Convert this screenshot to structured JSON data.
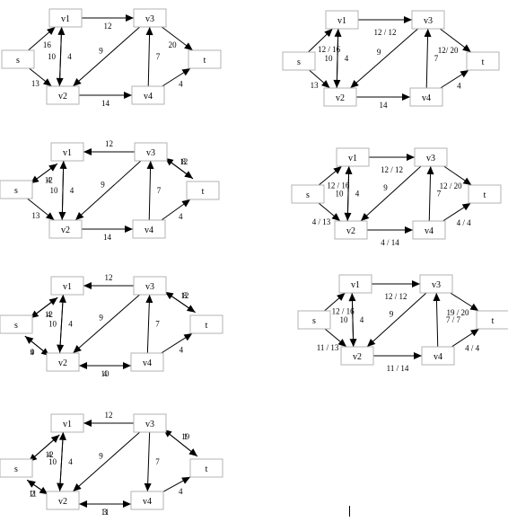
{
  "diagrams": [
    {
      "id": "d1",
      "nodes": [
        {
          "id": "s",
          "label": "s"
        },
        {
          "id": "v1",
          "label": "v1"
        },
        {
          "id": "v2",
          "label": "v2"
        },
        {
          "id": "v3",
          "label": "v3"
        },
        {
          "id": "v4",
          "label": "v4"
        },
        {
          "id": "t",
          "label": "t"
        }
      ],
      "edges": [
        {
          "from": "s",
          "to": "v1",
          "label": "16"
        },
        {
          "from": "s",
          "to": "v2",
          "label": "13"
        },
        {
          "from": "v1",
          "to": "v3",
          "label": "12"
        },
        {
          "from": "v1",
          "to": "v2",
          "label": "10"
        },
        {
          "from": "v2",
          "to": "v1",
          "label": "4"
        },
        {
          "from": "v3",
          "to": "v2",
          "label": "9"
        },
        {
          "from": "v2",
          "to": "v4",
          "label": "14"
        },
        {
          "from": "v4",
          "to": "v3",
          "label": "7"
        },
        {
          "from": "v3",
          "to": "t",
          "label": "20"
        },
        {
          "from": "v4",
          "to": "t",
          "label": "4"
        }
      ]
    },
    {
      "id": "d2",
      "nodes": [
        {
          "id": "s",
          "label": "s"
        },
        {
          "id": "v1",
          "label": "v1"
        },
        {
          "id": "v2",
          "label": "v2"
        },
        {
          "id": "v3",
          "label": "v3"
        },
        {
          "id": "v4",
          "label": "v4"
        },
        {
          "id": "t",
          "label": "t"
        }
      ],
      "edges": [
        {
          "from": "s",
          "to": "v1",
          "label": "12 / 16"
        },
        {
          "from": "s",
          "to": "v2",
          "label": "13"
        },
        {
          "from": "v1",
          "to": "v3",
          "label": "12 / 12"
        },
        {
          "from": "v1",
          "to": "v2",
          "label": "10"
        },
        {
          "from": "v2",
          "to": "v1",
          "label": "4"
        },
        {
          "from": "v3",
          "to": "v2",
          "label": "9"
        },
        {
          "from": "v2",
          "to": "v4",
          "label": "14"
        },
        {
          "from": "v4",
          "to": "v3",
          "label": "7"
        },
        {
          "from": "v3",
          "to": "t",
          "label": "12/ 20"
        },
        {
          "from": "v4",
          "to": "t",
          "label": "4"
        }
      ]
    },
    {
      "id": "d3",
      "nodes": [
        {
          "id": "s",
          "label": "s"
        },
        {
          "id": "v1",
          "label": "v1"
        },
        {
          "id": "v2",
          "label": "v2"
        },
        {
          "id": "v3",
          "label": "v3"
        },
        {
          "id": "v4",
          "label": "v4"
        },
        {
          "id": "t",
          "label": "t"
        }
      ],
      "edges": [
        {
          "from": "v1",
          "to": "s",
          "label": "12"
        },
        {
          "from": "s",
          "to": "v1",
          "label": "4"
        },
        {
          "from": "s",
          "to": "v2",
          "label": "13"
        },
        {
          "from": "v3",
          "to": "v1",
          "label": "12"
        },
        {
          "from": "v1",
          "to": "v2",
          "label": "10"
        },
        {
          "from": "v2",
          "to": "v1",
          "label": "4"
        },
        {
          "from": "v3",
          "to": "v2",
          "label": "9"
        },
        {
          "from": "v2",
          "to": "v4",
          "label": "14"
        },
        {
          "from": "v4",
          "to": "v3",
          "label": "7"
        },
        {
          "from": "v3",
          "to": "t",
          "label": "8"
        },
        {
          "from": "t",
          "to": "v3",
          "label": "12"
        },
        {
          "from": "v4",
          "to": "t",
          "label": "4"
        }
      ]
    },
    {
      "id": "d4",
      "nodes": [
        {
          "id": "s",
          "label": "s"
        },
        {
          "id": "v1",
          "label": "v1"
        },
        {
          "id": "v2",
          "label": "v2"
        },
        {
          "id": "v3",
          "label": "v3"
        },
        {
          "id": "v4",
          "label": "v4"
        },
        {
          "id": "t",
          "label": "t"
        }
      ],
      "edges": [
        {
          "from": "s",
          "to": "v1",
          "label": "12 / 16"
        },
        {
          "from": "s",
          "to": "v2",
          "label": "4 / 13"
        },
        {
          "from": "v1",
          "to": "v3",
          "label": "12 / 12"
        },
        {
          "from": "v1",
          "to": "v2",
          "label": "10"
        },
        {
          "from": "v2",
          "to": "v1",
          "label": "4"
        },
        {
          "from": "v3",
          "to": "v2",
          "label": "9"
        },
        {
          "from": "v2",
          "to": "v4",
          "label": "4 / 14"
        },
        {
          "from": "v4",
          "to": "v3",
          "label": "7"
        },
        {
          "from": "v3",
          "to": "t",
          "label": "12 / 20"
        },
        {
          "from": "v4",
          "to": "t",
          "label": "4 / 4"
        }
      ]
    },
    {
      "id": "d5",
      "nodes": [
        {
          "id": "s",
          "label": "s"
        },
        {
          "id": "v1",
          "label": "v1"
        },
        {
          "id": "v2",
          "label": "v2"
        },
        {
          "id": "v3",
          "label": "v3"
        },
        {
          "id": "v4",
          "label": "v4"
        },
        {
          "id": "t",
          "label": "t"
        }
      ],
      "edges": [
        {
          "from": "v1",
          "to": "s",
          "label": "12"
        },
        {
          "from": "s",
          "to": "v1",
          "label": "4"
        },
        {
          "from": "v2",
          "to": "s",
          "label": "4"
        },
        {
          "from": "s",
          "to": "v2",
          "label": "9"
        },
        {
          "from": "v3",
          "to": "v1",
          "label": "12"
        },
        {
          "from": "v1",
          "to": "v2",
          "label": "10"
        },
        {
          "from": "v2",
          "to": "v1",
          "label": "4"
        },
        {
          "from": "v3",
          "to": "v2",
          "label": "9"
        },
        {
          "from": "v2",
          "to": "v4",
          "label": "10"
        },
        {
          "from": "v4",
          "to": "v2",
          "label": "4"
        },
        {
          "from": "v4",
          "to": "v3",
          "label": "7"
        },
        {
          "from": "v3",
          "to": "t",
          "label": "8"
        },
        {
          "from": "t",
          "to": "v3",
          "label": "12"
        },
        {
          "from": "v4",
          "to": "t",
          "label": "4"
        }
      ]
    },
    {
      "id": "d6",
      "nodes": [
        {
          "id": "s",
          "label": "s"
        },
        {
          "id": "v1",
          "label": "v1"
        },
        {
          "id": "v2",
          "label": "v2"
        },
        {
          "id": "v3",
          "label": "v3"
        },
        {
          "id": "v4",
          "label": "v4"
        },
        {
          "id": "t",
          "label": "t"
        }
      ],
      "edges": [
        {
          "from": "s",
          "to": "v1",
          "label": "12 / 16"
        },
        {
          "from": "s",
          "to": "v2",
          "label": "11 / 13"
        },
        {
          "from": "v1",
          "to": "v3",
          "label": "12 / 12"
        },
        {
          "from": "v1",
          "to": "v2",
          "label": "10"
        },
        {
          "from": "v2",
          "to": "v1",
          "label": "4"
        },
        {
          "from": "v3",
          "to": "v2",
          "label": "9"
        },
        {
          "from": "v2",
          "to": "v4",
          "label": "11 / 14"
        },
        {
          "from": "v4",
          "to": "v3",
          "label": "7 / 7"
        },
        {
          "from": "v3",
          "to": "t",
          "label": "19 / 20"
        },
        {
          "from": "v4",
          "to": "t",
          "label": "4 / 4"
        }
      ]
    },
    {
      "id": "d7",
      "nodes": [
        {
          "id": "s",
          "label": "s"
        },
        {
          "id": "v1",
          "label": "v1"
        },
        {
          "id": "v2",
          "label": "v2"
        },
        {
          "id": "v3",
          "label": "v3"
        },
        {
          "id": "v4",
          "label": "v4"
        },
        {
          "id": "t",
          "label": "t"
        }
      ],
      "edges": [
        {
          "from": "v1",
          "to": "s",
          "label": "12"
        },
        {
          "from": "s",
          "to": "v1",
          "label": "4"
        },
        {
          "from": "v2",
          "to": "s",
          "label": "11"
        },
        {
          "from": "s",
          "to": "v2",
          "label": "2"
        },
        {
          "from": "v3",
          "to": "v1",
          "label": "12"
        },
        {
          "from": "v1",
          "to": "v2",
          "label": "10"
        },
        {
          "from": "v2",
          "to": "v1",
          "label": "4"
        },
        {
          "from": "v3",
          "to": "v2",
          "label": "9"
        },
        {
          "from": "v2",
          "to": "v4",
          "label": "3"
        },
        {
          "from": "v4",
          "to": "v2",
          "label": "11"
        },
        {
          "from": "v3",
          "to": "v4",
          "label": "7"
        },
        {
          "from": "v3",
          "to": "t",
          "label": "1"
        },
        {
          "from": "t",
          "to": "v3",
          "label": "19"
        },
        {
          "from": "v4",
          "to": "t",
          "label": "4"
        }
      ]
    }
  ]
}
